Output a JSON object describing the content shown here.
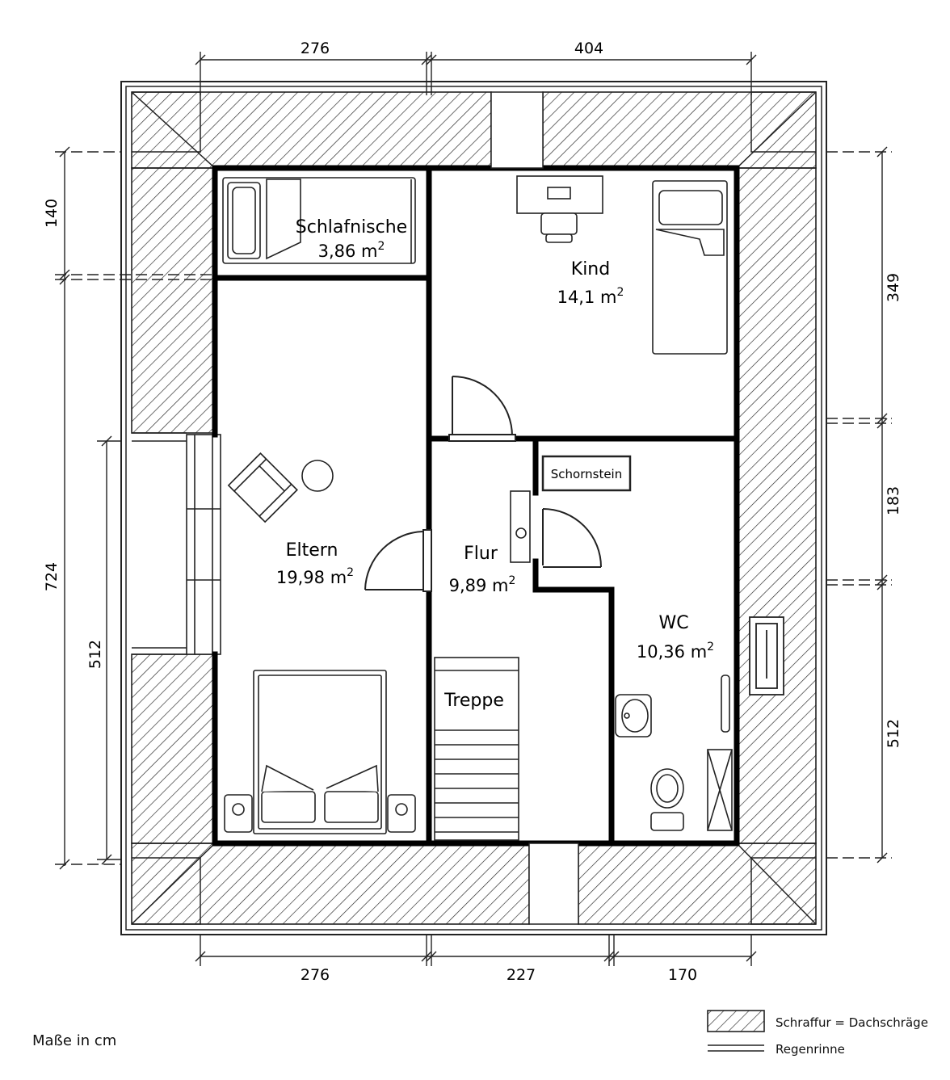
{
  "rooms": {
    "schlafnische": {
      "name": "Schlafnische",
      "area_value": "3,86",
      "unit": "m",
      "sup": "2"
    },
    "kind": {
      "name": "Kind",
      "area_value": "14,1",
      "unit": "m",
      "sup": "2"
    },
    "eltern": {
      "name": "Eltern",
      "area_value": "19,98",
      "unit": "m",
      "sup": "2"
    },
    "flur": {
      "name": "Flur",
      "area_value": "9,89",
      "unit": "m",
      "sup": "2"
    },
    "wc": {
      "name": "WC",
      "area_value": "10,36",
      "unit": "m",
      "sup": "2"
    }
  },
  "labels": {
    "treppe": "Treppe",
    "schornstein": "Schornstein"
  },
  "dimensions": {
    "top": [
      "276",
      "404"
    ],
    "bottom": [
      "276",
      "227",
      "170"
    ],
    "left_outer": [
      "140",
      "724"
    ],
    "left_inner": "512",
    "right": [
      "349",
      "183",
      "512"
    ]
  },
  "footer": {
    "units_note": "Maße in cm",
    "legend_hatch": "Schraffur = Dachschräge",
    "legend_gutter": "Regenrinne"
  }
}
